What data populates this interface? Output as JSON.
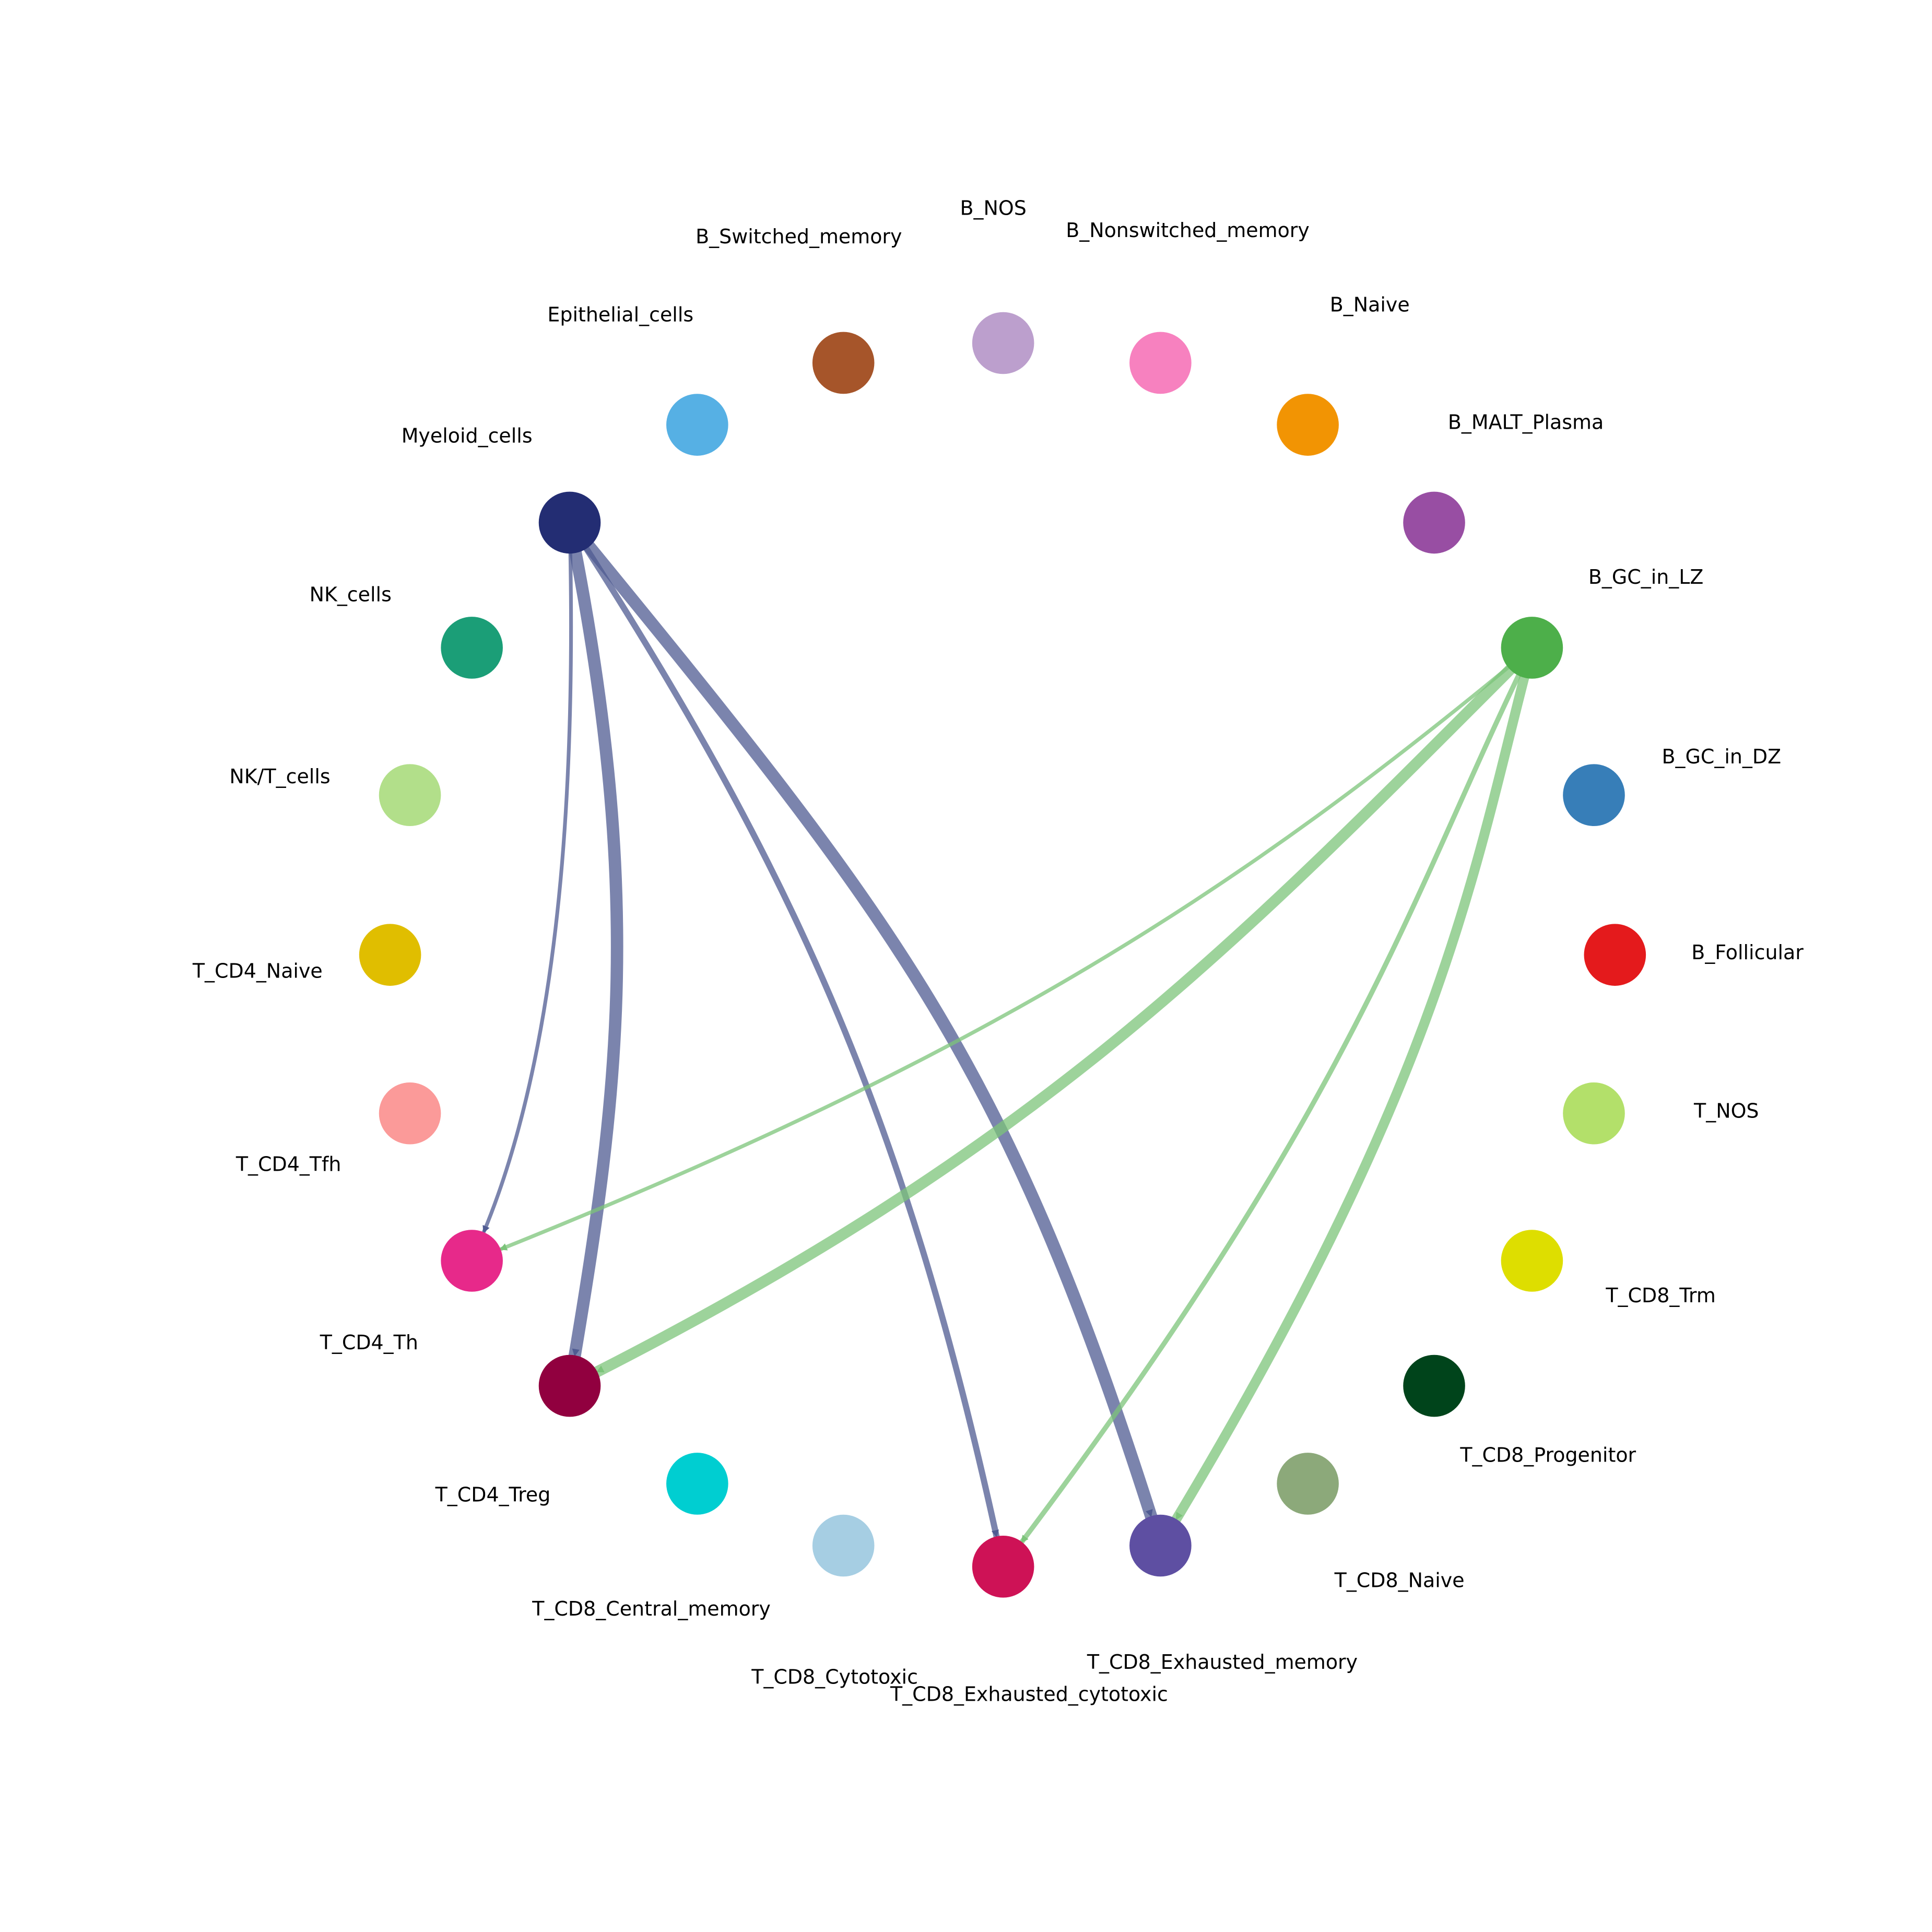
{
  "chart_data": {
    "type": "network",
    "layout": "circular",
    "nodes": [
      {
        "id": "B_NOS",
        "color": "#bc9fcd"
      },
      {
        "id": "B_Nonswitched_memory",
        "color": "#f781bf"
      },
      {
        "id": "B_Naive",
        "color": "#f29403"
      },
      {
        "id": "B_MALT_Plasma",
        "color": "#984ea3"
      },
      {
        "id": "B_GC_in_LZ",
        "color": "#4daf4a"
      },
      {
        "id": "B_GC_in_DZ",
        "color": "#377eb8"
      },
      {
        "id": "B_Follicular",
        "color": "#e41a1c"
      },
      {
        "id": "T_NOS",
        "color": "#b3e06a"
      },
      {
        "id": "T_CD8_Trm",
        "color": "#dede00"
      },
      {
        "id": "T_CD8_Progenitor",
        "color": "#00441b"
      },
      {
        "id": "T_CD8_Naive",
        "color": "#8ca97a"
      },
      {
        "id": "T_CD8_Exhausted_memory",
        "color": "#5e4fa2"
      },
      {
        "id": "T_CD8_Exhausted_cytotoxic",
        "color": "#ce1256"
      },
      {
        "id": "T_CD8_Cytotoxic",
        "color": "#a6cee3"
      },
      {
        "id": "T_CD8_Central_memory",
        "color": "#00ced1"
      },
      {
        "id": "T_CD4_Treg",
        "color": "#91003f"
      },
      {
        "id": "T_CD4_Th",
        "color": "#e7298a"
      },
      {
        "id": "T_CD4_Tfh",
        "color": "#fb9a99"
      },
      {
        "id": "T_CD4_Naive",
        "color": "#e0be00"
      },
      {
        "id": "NK/T_cells",
        "color": "#b2df8a"
      },
      {
        "id": "NK_cells",
        "color": "#1b9e77"
      },
      {
        "id": "Myeloid_cells",
        "color": "#232d73"
      },
      {
        "id": "Epithelial_cells",
        "color": "#56b0e4"
      },
      {
        "id": "B_Switched_memory",
        "color": "#a6552a"
      }
    ],
    "edges": [
      {
        "source": "Myeloid_cells",
        "target": "T_CD4_Th",
        "weight": 3,
        "color": "#4f5b92"
      },
      {
        "source": "Myeloid_cells",
        "target": "T_CD4_Treg",
        "weight": 10,
        "color": "#4f5b92"
      },
      {
        "source": "Myeloid_cells",
        "target": "T_CD8_Exhausted_cytotoxic",
        "weight": 5,
        "color": "#4f5b92"
      },
      {
        "source": "Myeloid_cells",
        "target": "T_CD8_Exhausted_memory",
        "weight": 10,
        "color": "#4f5b92"
      },
      {
        "source": "B_GC_in_LZ",
        "target": "T_CD4_Th",
        "weight": 3,
        "color": "#7cc47a"
      },
      {
        "source": "B_GC_in_LZ",
        "target": "T_CD4_Treg",
        "weight": 9,
        "color": "#7cc47a"
      },
      {
        "source": "B_GC_in_LZ",
        "target": "T_CD8_Exhausted_cytotoxic",
        "weight": 4,
        "color": "#7cc47a"
      },
      {
        "source": "B_GC_in_LZ",
        "target": "T_CD8_Exhausted_memory",
        "weight": 8,
        "color": "#7cc47a"
      }
    ]
  }
}
